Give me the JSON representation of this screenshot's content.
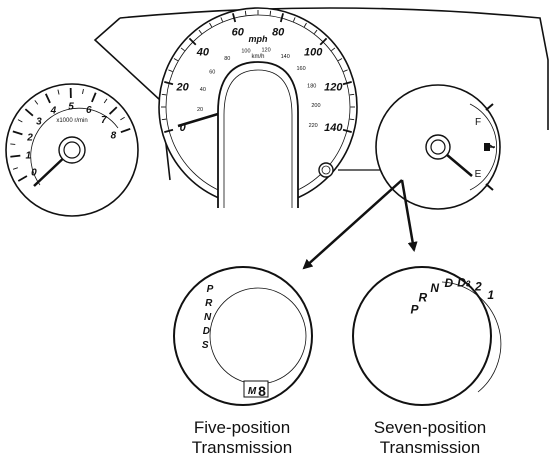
{
  "tachometer": {
    "ticks": [
      "0",
      "1",
      "2",
      "3",
      "4",
      "5",
      "6",
      "7",
      "8"
    ],
    "unit": "x1000 r/min"
  },
  "speedometer": {
    "mph_ticks": [
      "0",
      "20",
      "40",
      "60",
      "80",
      "100",
      "120",
      "140"
    ],
    "mph_unit": "mph",
    "kmh_ticks": [
      "20",
      "40",
      "60",
      "80",
      "100",
      "120",
      "140",
      "160",
      "180",
      "200",
      "220"
    ],
    "kmh_unit": "km/h"
  },
  "fuel_gauge": {
    "full": "F",
    "empty": "E"
  },
  "five_position": {
    "positions": [
      "P",
      "R",
      "N",
      "D",
      "S"
    ],
    "mode_label": "M",
    "mode_digit": "8",
    "caption_line1": "Five-position",
    "caption_line2": "Transmission"
  },
  "seven_position": {
    "positions": [
      "P",
      "R",
      "N",
      "D",
      "D3",
      "2",
      "1"
    ],
    "caption_line1": "Seven-position",
    "caption_line2": "Transmission"
  }
}
